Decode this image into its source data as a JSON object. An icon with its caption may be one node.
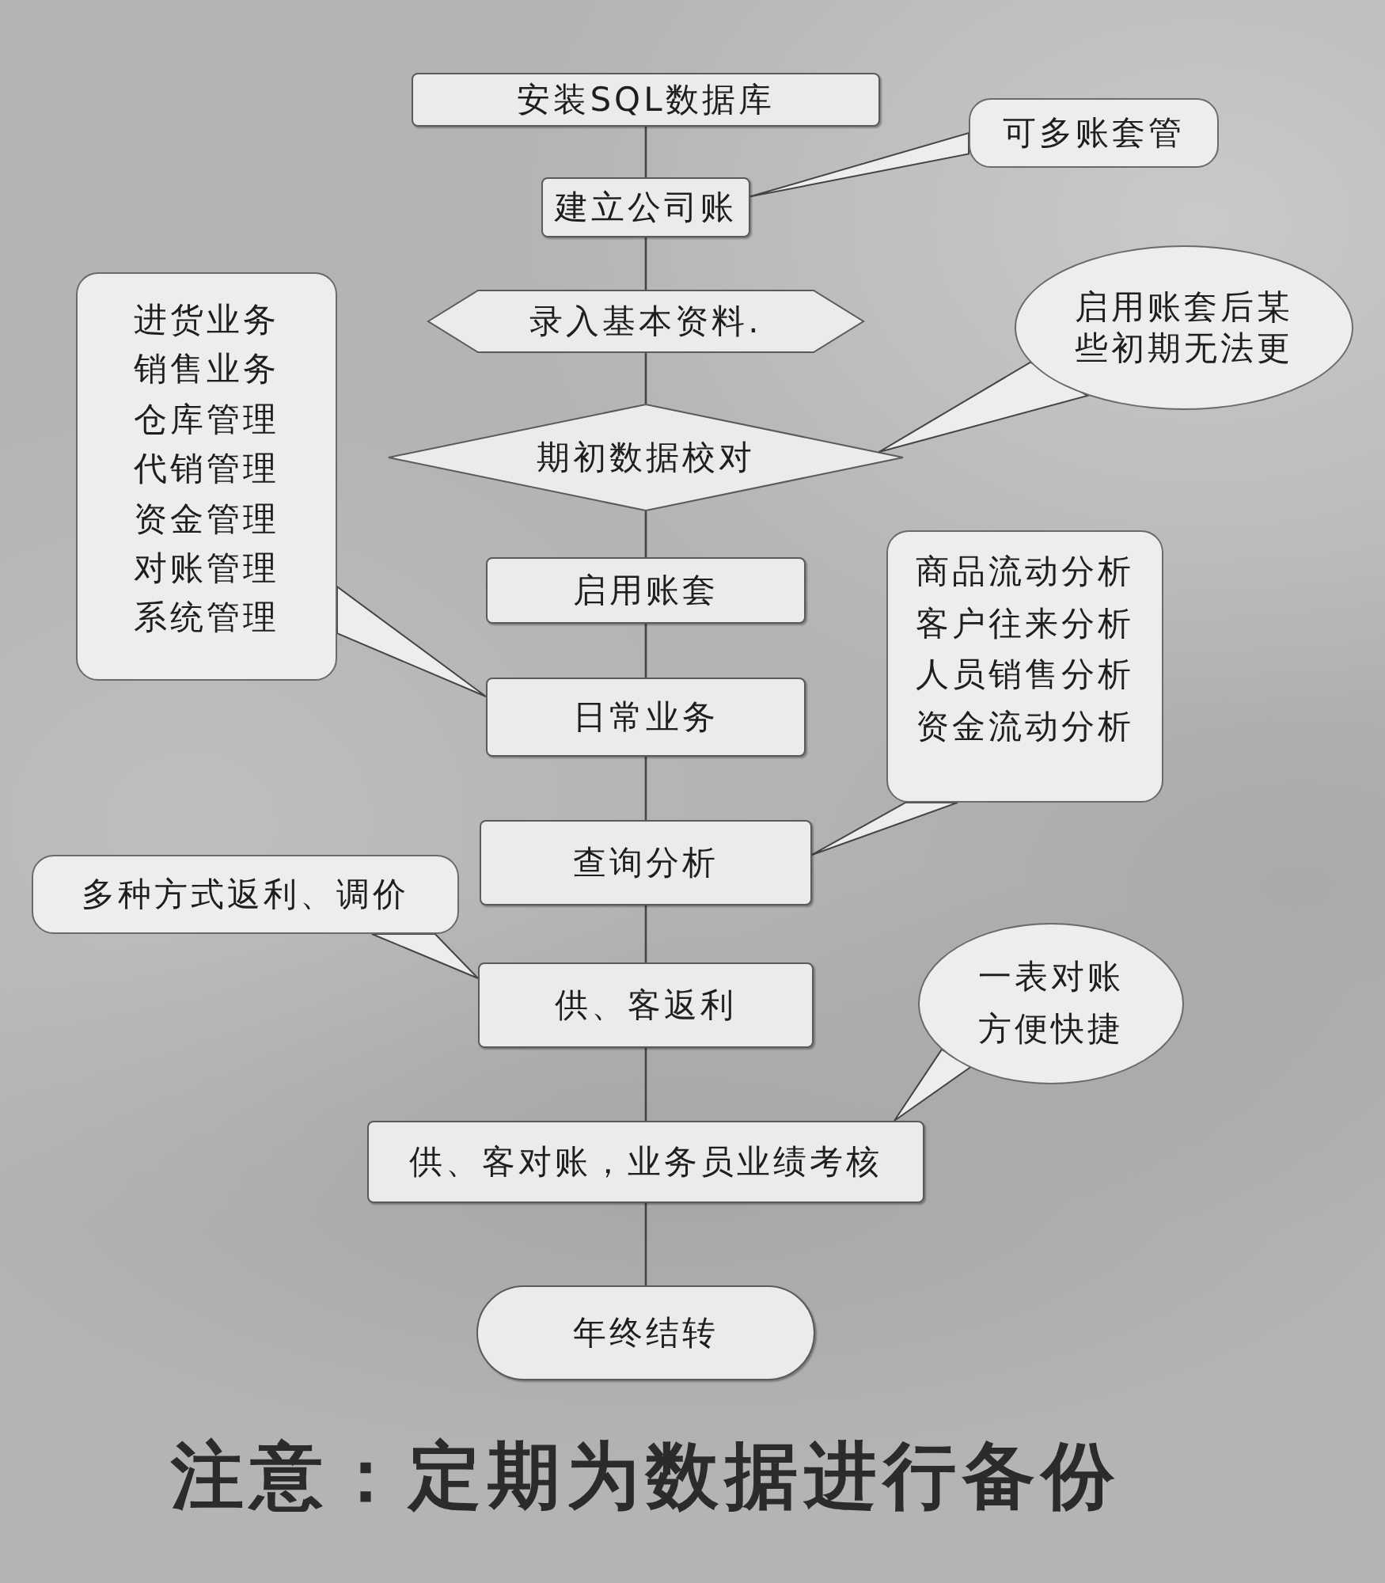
{
  "diagram": {
    "caption": "注意：定期为数据进行备份",
    "nodes": [
      {
        "text": [
          "安装SQL数据库"
        ]
      },
      {
        "text": [
          "建立公司账"
        ]
      },
      {
        "text": [
          "录入基本资料."
        ]
      },
      {
        "text": [
          "期初数据校对"
        ]
      },
      {
        "text": [
          "启用账套"
        ]
      },
      {
        "text": [
          "日常业务"
        ]
      },
      {
        "text": [
          "查询分析"
        ]
      },
      {
        "text": [
          "供、客返利"
        ]
      },
      {
        "text": [
          "供、客对账，业务员业绩考核"
        ]
      },
      {
        "text": [
          "年终结转"
        ]
      },
      {
        "text": [
          "可多账套管"
        ]
      },
      {
        "text": [
          "进货业务",
          "销售业务",
          "仓库管理",
          "代销管理",
          "资金管理",
          "对账管理",
          "系统管理"
        ]
      },
      {
        "text": [
          "启用账套后某些初期无法更"
        ]
      },
      {
        "text": [
          "商品流动分析",
          "客户往来分析",
          "人员销售分析",
          "资金流动分析"
        ]
      },
      {
        "text": [
          "多种方式返利、调价"
        ]
      },
      {
        "text": [
          "一表对账",
          "方便快捷"
        ]
      }
    ],
    "edges": [
      {
        "from": 0,
        "to": 1,
        "arrow": "none"
      },
      {
        "from": 1,
        "to": 2,
        "arrow": "none"
      },
      {
        "from": 2,
        "to": 3,
        "arrow": "none"
      },
      {
        "from": 3,
        "to": 4,
        "arrow": "none"
      },
      {
        "from": 4,
        "to": 5,
        "arrow": "none"
      },
      {
        "from": 5,
        "to": 6,
        "arrow": "none"
      },
      {
        "from": 6,
        "to": 7,
        "arrow": "none"
      },
      {
        "from": 7,
        "to": 8,
        "arrow": "none"
      },
      {
        "from": 8,
        "to": 9,
        "arrow": "none"
      },
      {
        "from": 10,
        "to": 1,
        "arrow": "none"
      },
      {
        "from": 11,
        "to": 5,
        "arrow": "none"
      },
      {
        "from": 12,
        "to": 3,
        "arrow": "none"
      },
      {
        "from": 13,
        "to": 6,
        "arrow": "none"
      },
      {
        "from": 14,
        "to": 7,
        "arrow": "none"
      },
      {
        "from": 15,
        "to": 8,
        "arrow": "none"
      }
    ]
  }
}
